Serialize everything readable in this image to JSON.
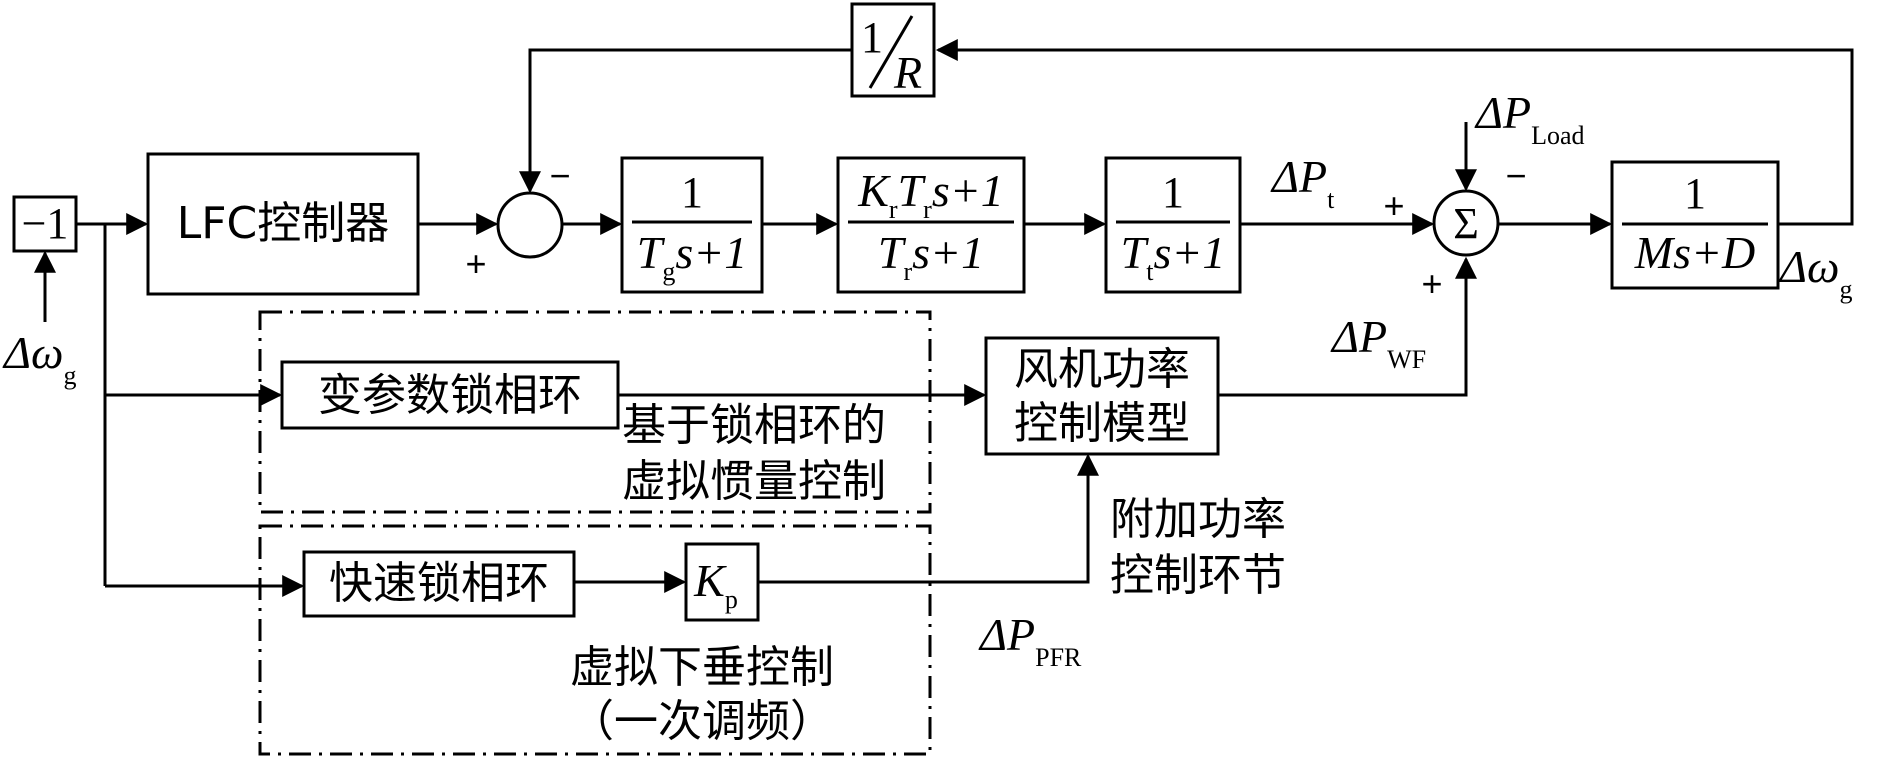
{
  "blocks": {
    "gain_neg1": "−1",
    "lfc_controller": "LFC控制器",
    "feedback_gain": {
      "num": "1",
      "den": "R"
    },
    "governor": {
      "num": "1",
      "den_var": "T",
      "den_sub": "g",
      "den_rest": "s+1"
    },
    "reheat": {
      "num_var1": "K",
      "num_sub1": "r",
      "num_var2": "T",
      "num_sub2": "r",
      "num_rest": "s+1",
      "den_var": "T",
      "den_sub": "r",
      "den_rest": "s+1"
    },
    "turbine": {
      "num": "1",
      "den_var": "T",
      "den_sub": "t",
      "den_rest": "s+1"
    },
    "summing_symbol": "Σ",
    "inertia": {
      "num": "1",
      "den": "Ms+D"
    },
    "var_pll": "变参数锁相环",
    "wind_power_model": {
      "line1": "风机功率",
      "line2": "控制模型"
    },
    "fast_pll": "快速锁相环",
    "kp": {
      "var": "K",
      "sub": "p"
    }
  },
  "labels": {
    "delta_omega_g_in": {
      "sym": "Δω",
      "sub": "g"
    },
    "delta_omega_g_out": {
      "sym": "Δω",
      "sub": "g"
    },
    "delta_p_load": {
      "sym": "ΔP",
      "sub": "Load"
    },
    "delta_p_t": {
      "sym": "ΔP",
      "sub": "t"
    },
    "delta_p_wf": {
      "sym": "ΔP",
      "sub": "WF"
    },
    "delta_p_pfr": {
      "sym": "ΔP",
      "sub": "PFR"
    },
    "virtual_inertia": {
      "line1": "基于锁相环的",
      "line2": "虚拟惯量控制"
    },
    "virtual_droop": {
      "line1": "虚拟下垂控制",
      "line2": "（一次调频）"
    },
    "additional_power": {
      "line1": "附加功率",
      "line2": "控制环节"
    }
  },
  "signs": {
    "plus": "+",
    "minus": "−"
  }
}
